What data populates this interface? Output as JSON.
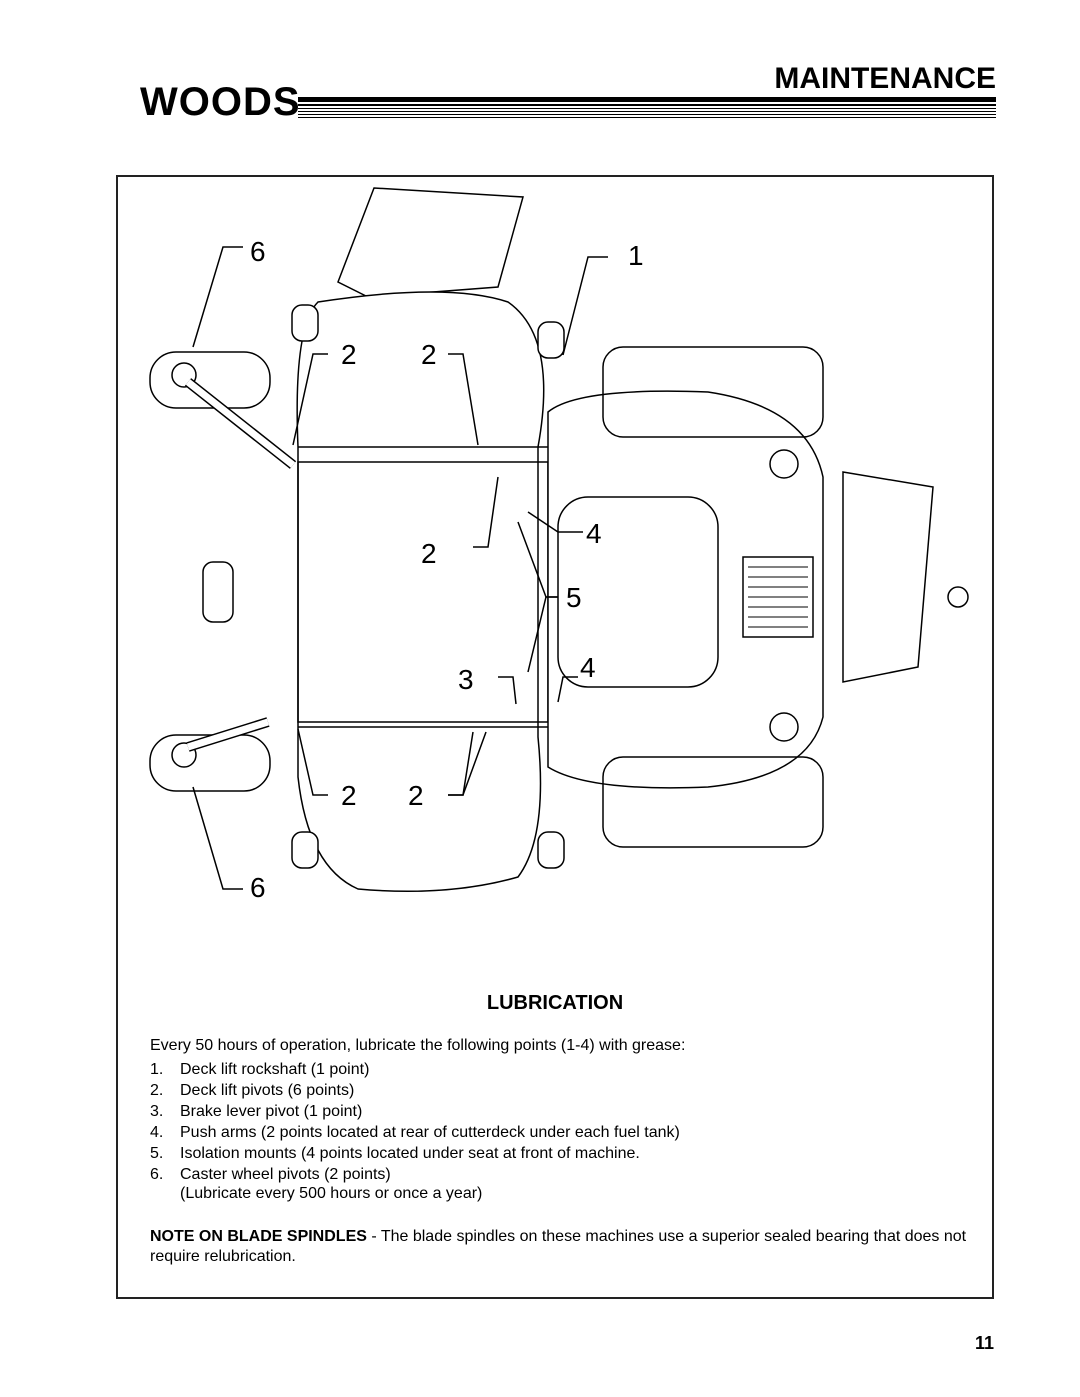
{
  "header": {
    "brand": "WOODS",
    "section": "MAINTENANCE"
  },
  "diagram": {
    "callouts": {
      "c6_top": "6",
      "c1": "1",
      "c2_a": "2",
      "c2_b": "2",
      "c2_c": "2",
      "c4_a": "4",
      "c5": "5",
      "c3": "3",
      "c4_b": "4",
      "c2_d": "2",
      "c2_e": "2",
      "c6_bottom": "6"
    }
  },
  "lubrication": {
    "heading": "LUBRICATION",
    "intro": "Every 50 hours of operation, lubricate the following points (1-4) with grease:",
    "items": [
      {
        "num": "1.",
        "text": "Deck lift rockshaft (1 point)"
      },
      {
        "num": "2.",
        "text": "Deck lift pivots (6 points)"
      },
      {
        "num": "3.",
        "text": "Brake lever pivot (1 point)"
      },
      {
        "num": "4.",
        "text": "Push arms (2 points located at rear of cutterdeck under each fuel tank)"
      },
      {
        "num": "5.",
        "text": "Isolation mounts (4 points located under seat at front of machine."
      },
      {
        "num": "6.",
        "text": "Caster wheel pivots (2 points)"
      }
    ],
    "item6_sub": "(Lubricate every 500 hours or once a year)",
    "note_label": "NOTE ON BLADE SPINDLES",
    "note_text": " - The blade spindles on these machines use a superior sealed bearing that does not require relubrication."
  },
  "footer": {
    "page_number": "11"
  }
}
